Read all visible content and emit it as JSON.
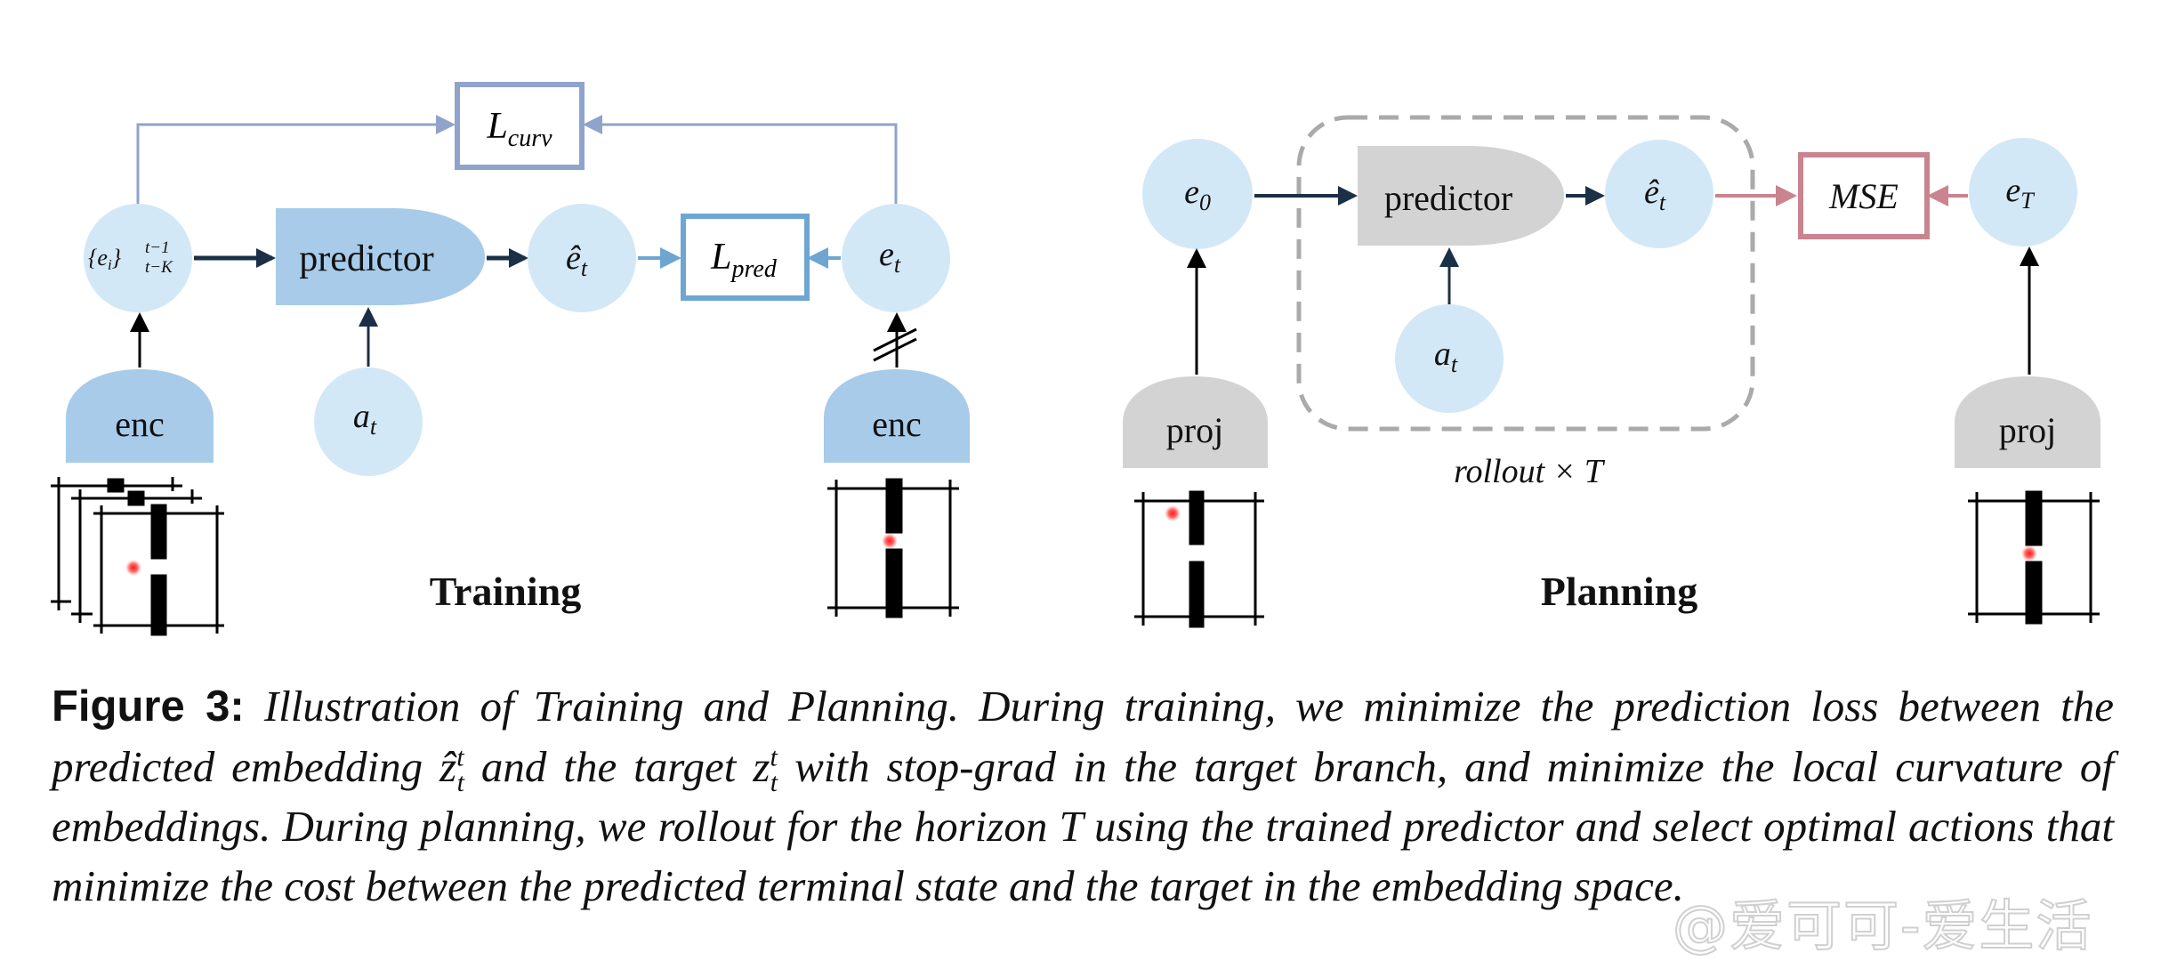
{
  "figure": {
    "training": {
      "title": "Training",
      "history_node": {
        "base": "{e",
        "base_sub": "i",
        "close": "}",
        "sup": "t−1",
        "sub": "t−K"
      },
      "predictor_label": "predictor",
      "predicted_node": {
        "base": "ê",
        "sub": "t"
      },
      "loss_pred": {
        "base": "L",
        "sub": "pred"
      },
      "loss_curv": {
        "base": "L",
        "sub": "curv"
      },
      "target_node": {
        "base": "e",
        "sub": "t"
      },
      "action_node": {
        "base": "a",
        "sub": "t"
      },
      "encoder_left_label": "enc",
      "encoder_right_label": "enc",
      "stop_grad_marker": "stop-gradient"
    },
    "planning": {
      "title": "Planning",
      "start_node": {
        "base": "e",
        "sub": "0"
      },
      "predictor_label": "predictor",
      "predicted_node": {
        "base": "ê",
        "sub": "t"
      },
      "action_node": {
        "base": "a",
        "sub": "t"
      },
      "loss_label": "MSE",
      "goal_node": {
        "base": "e",
        "sub": "T"
      },
      "projector_left_label": "proj",
      "projector_right_label": "proj",
      "rollout_label": "rollout × T"
    },
    "colors": {
      "node_fill": "#d3e8f6",
      "train_block_fill": "#a7cbe9",
      "plan_block_fill": "#d3d3d3",
      "curv_border": "#8fa3cc",
      "pred_border": "#6fa6d1",
      "mse_border": "#c9848f",
      "dark_arrow": "#1b3047",
      "agent_dot": "#ff2020",
      "dashed_box": "#aaaaaa"
    }
  },
  "caption": {
    "label": "Figure 3:",
    "part1": " Illustration of Training and Planning. During training, we minimize the prediction loss between the predicted embedding ",
    "zhat": "ẑ",
    "zhat_sup": "t",
    "zhat_sub": "t",
    "part2": " and the target ",
    "z": "z",
    "z_sup": "t",
    "z_sub": "t",
    "part3": " with stop-grad in the target branch, and minimize the local curvature of embeddings. During planning, we rollout for the horizon ",
    "T": "T",
    "part4": " using the trained predictor and select optimal actions that minimize the cost between the predicted terminal state and the target in the embedding space."
  },
  "watermark": "@爱可可-爱生活"
}
